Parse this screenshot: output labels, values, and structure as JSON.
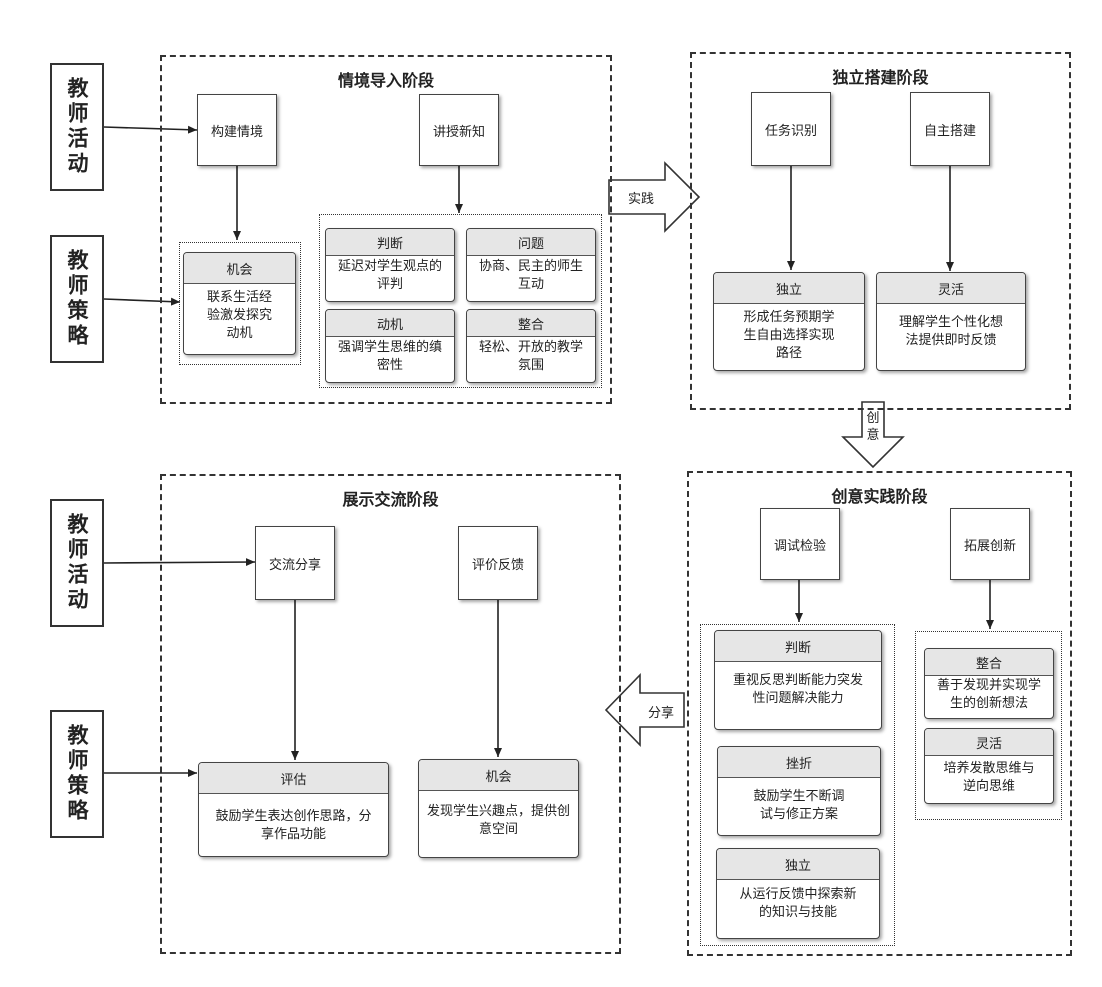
{
  "side_labels": {
    "teacher_activity": "教师活动",
    "teacher_strategy": "教师策略"
  },
  "stages": {
    "s1": {
      "title": "情境导入阶段",
      "activities": [
        "构建情境",
        "讲授新知"
      ],
      "cards": [
        {
          "head": "机会",
          "body": "联系生活经验激发探究动机"
        },
        {
          "head": "判断",
          "body": "延迟对学生观点的评判"
        },
        {
          "head": "问题",
          "body": "协商、民主的师生互动"
        },
        {
          "head": "动机",
          "body": "强调学生思维的缜密性"
        },
        {
          "head": "整合",
          "body": "轻松、开放的教学氛围"
        }
      ]
    },
    "s2": {
      "title": "独立搭建阶段",
      "activities": [
        "任务识别",
        "自主搭建"
      ],
      "cards": [
        {
          "head": "独立",
          "body": "形成任务预期学生自由选择实现路径"
        },
        {
          "head": "灵活",
          "body": "理解学生个性化想法提供即时反馈"
        }
      ]
    },
    "s3": {
      "title": "创意实践阶段",
      "activities": [
        "调试检验",
        "拓展创新"
      ],
      "cards": [
        {
          "head": "判断",
          "body": "重视反思判断能力突发性问题解决能力"
        },
        {
          "head": "挫折",
          "body": "鼓励学生不断调试与修正方案"
        },
        {
          "head": "独立",
          "body": "从运行反馈中探索新的知识与技能"
        },
        {
          "head": "整合",
          "body": "善于发现并实现学生的创新想法"
        },
        {
          "head": "灵活",
          "body": "培养发散思维与逆向思维"
        }
      ]
    },
    "s4": {
      "title": "展示交流阶段",
      "activities": [
        "交流分享",
        "评价反馈"
      ],
      "cards": [
        {
          "head": "评估",
          "body": "鼓励学生表达创作思路，分享作品功能"
        },
        {
          "head": "机会",
          "body": "发现学生兴趣点，提供创意空间"
        }
      ]
    }
  },
  "transitions": {
    "practice": "实践",
    "creative": "创意",
    "share": "分享"
  }
}
